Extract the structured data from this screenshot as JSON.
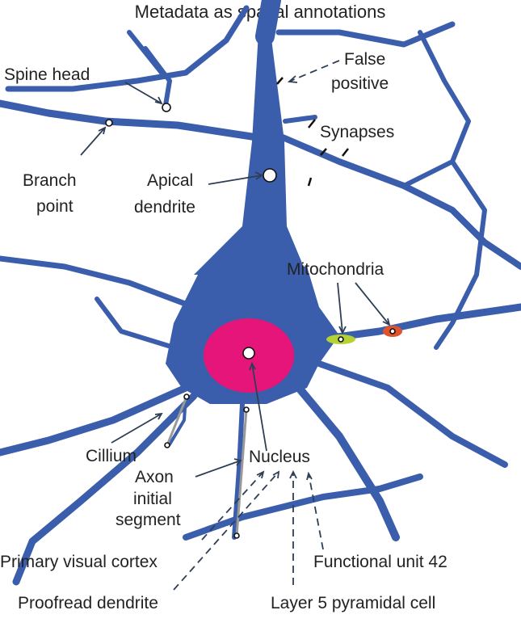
{
  "title": "Metadata as spatial annotations",
  "colors": {
    "neuron": "#3a5dac",
    "nucleus": "#e5157a",
    "mitochondrion_1": "#b4d234",
    "mitochondrion_2": "#e0532a",
    "annotation_line": "#2e3f55"
  },
  "labels": {
    "spine_head": "Spine head",
    "false_positive_1": "False",
    "false_positive_2": "positive",
    "synapses": "Synapses",
    "branch_point_1": "Branch",
    "branch_point_2": "point",
    "apical_dendrite_1": "Apical",
    "apical_dendrite_2": "dendrite",
    "mitochondria": "Mitochondria",
    "cillium": "Cillium",
    "nucleus": "Nucleus",
    "axon_1": "Axon",
    "axon_2": "initial",
    "axon_3": "segment",
    "primary_visual_cortex": "Primary visual cortex",
    "functional_unit": "Functional unit 42",
    "proofread_dendrite": "Proofread dendrite",
    "layer5": "Layer 5 pyramidal cell"
  }
}
